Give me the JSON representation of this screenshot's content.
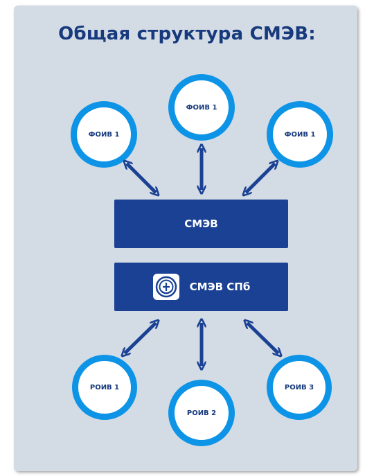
{
  "title": "Общая структура СМЭВ:",
  "top_nodes": [
    {
      "label": "ФОИВ 1"
    },
    {
      "label": "ФОИВ 1"
    },
    {
      "label": "ФОИВ 1"
    }
  ],
  "bottom_nodes": [
    {
      "label": "РОИВ 1"
    },
    {
      "label": "РОИВ 2"
    },
    {
      "label": "РОИВ 3"
    }
  ],
  "smev_label": "СМЭВ",
  "smev_spb_label": "СМЭВ СПб",
  "colors": {
    "background": "#d3dbe5",
    "title": "#173a7d",
    "ring": "#0d94e6",
    "bar": "#1a4193",
    "arrow": "#1a4193"
  }
}
